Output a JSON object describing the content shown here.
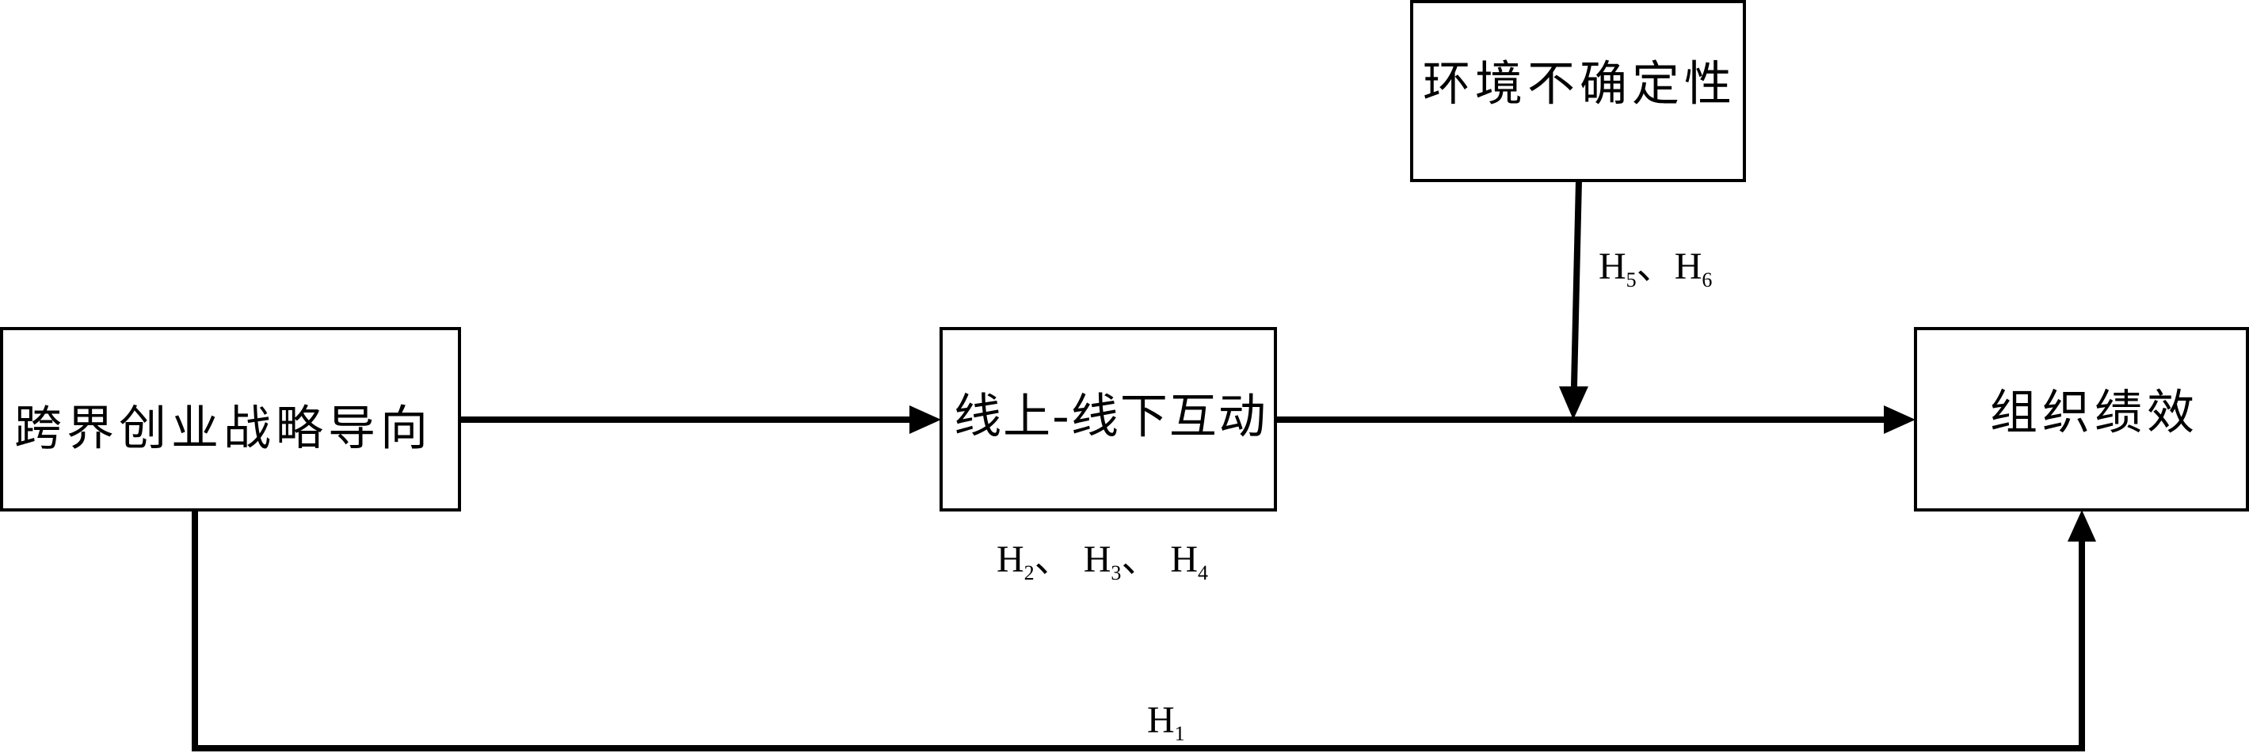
{
  "nodes": {
    "strategy": "跨界创业战略导向",
    "interaction": "线上-线下互动",
    "uncertainty": "环境不确定性",
    "performance": "组织绩效"
  },
  "hypotheses": {
    "mediation": {
      "h1": "H",
      "s1": "2",
      "sep1": "、",
      "h2": "H",
      "s2": "3",
      "sep2": "、",
      "h3": "H",
      "s3": "4"
    },
    "moderation": {
      "h1": "H",
      "s1": "5",
      "sep1": "、",
      "h2": "H",
      "s2": "6"
    },
    "direct": {
      "h": "H",
      "s": "1"
    }
  }
}
